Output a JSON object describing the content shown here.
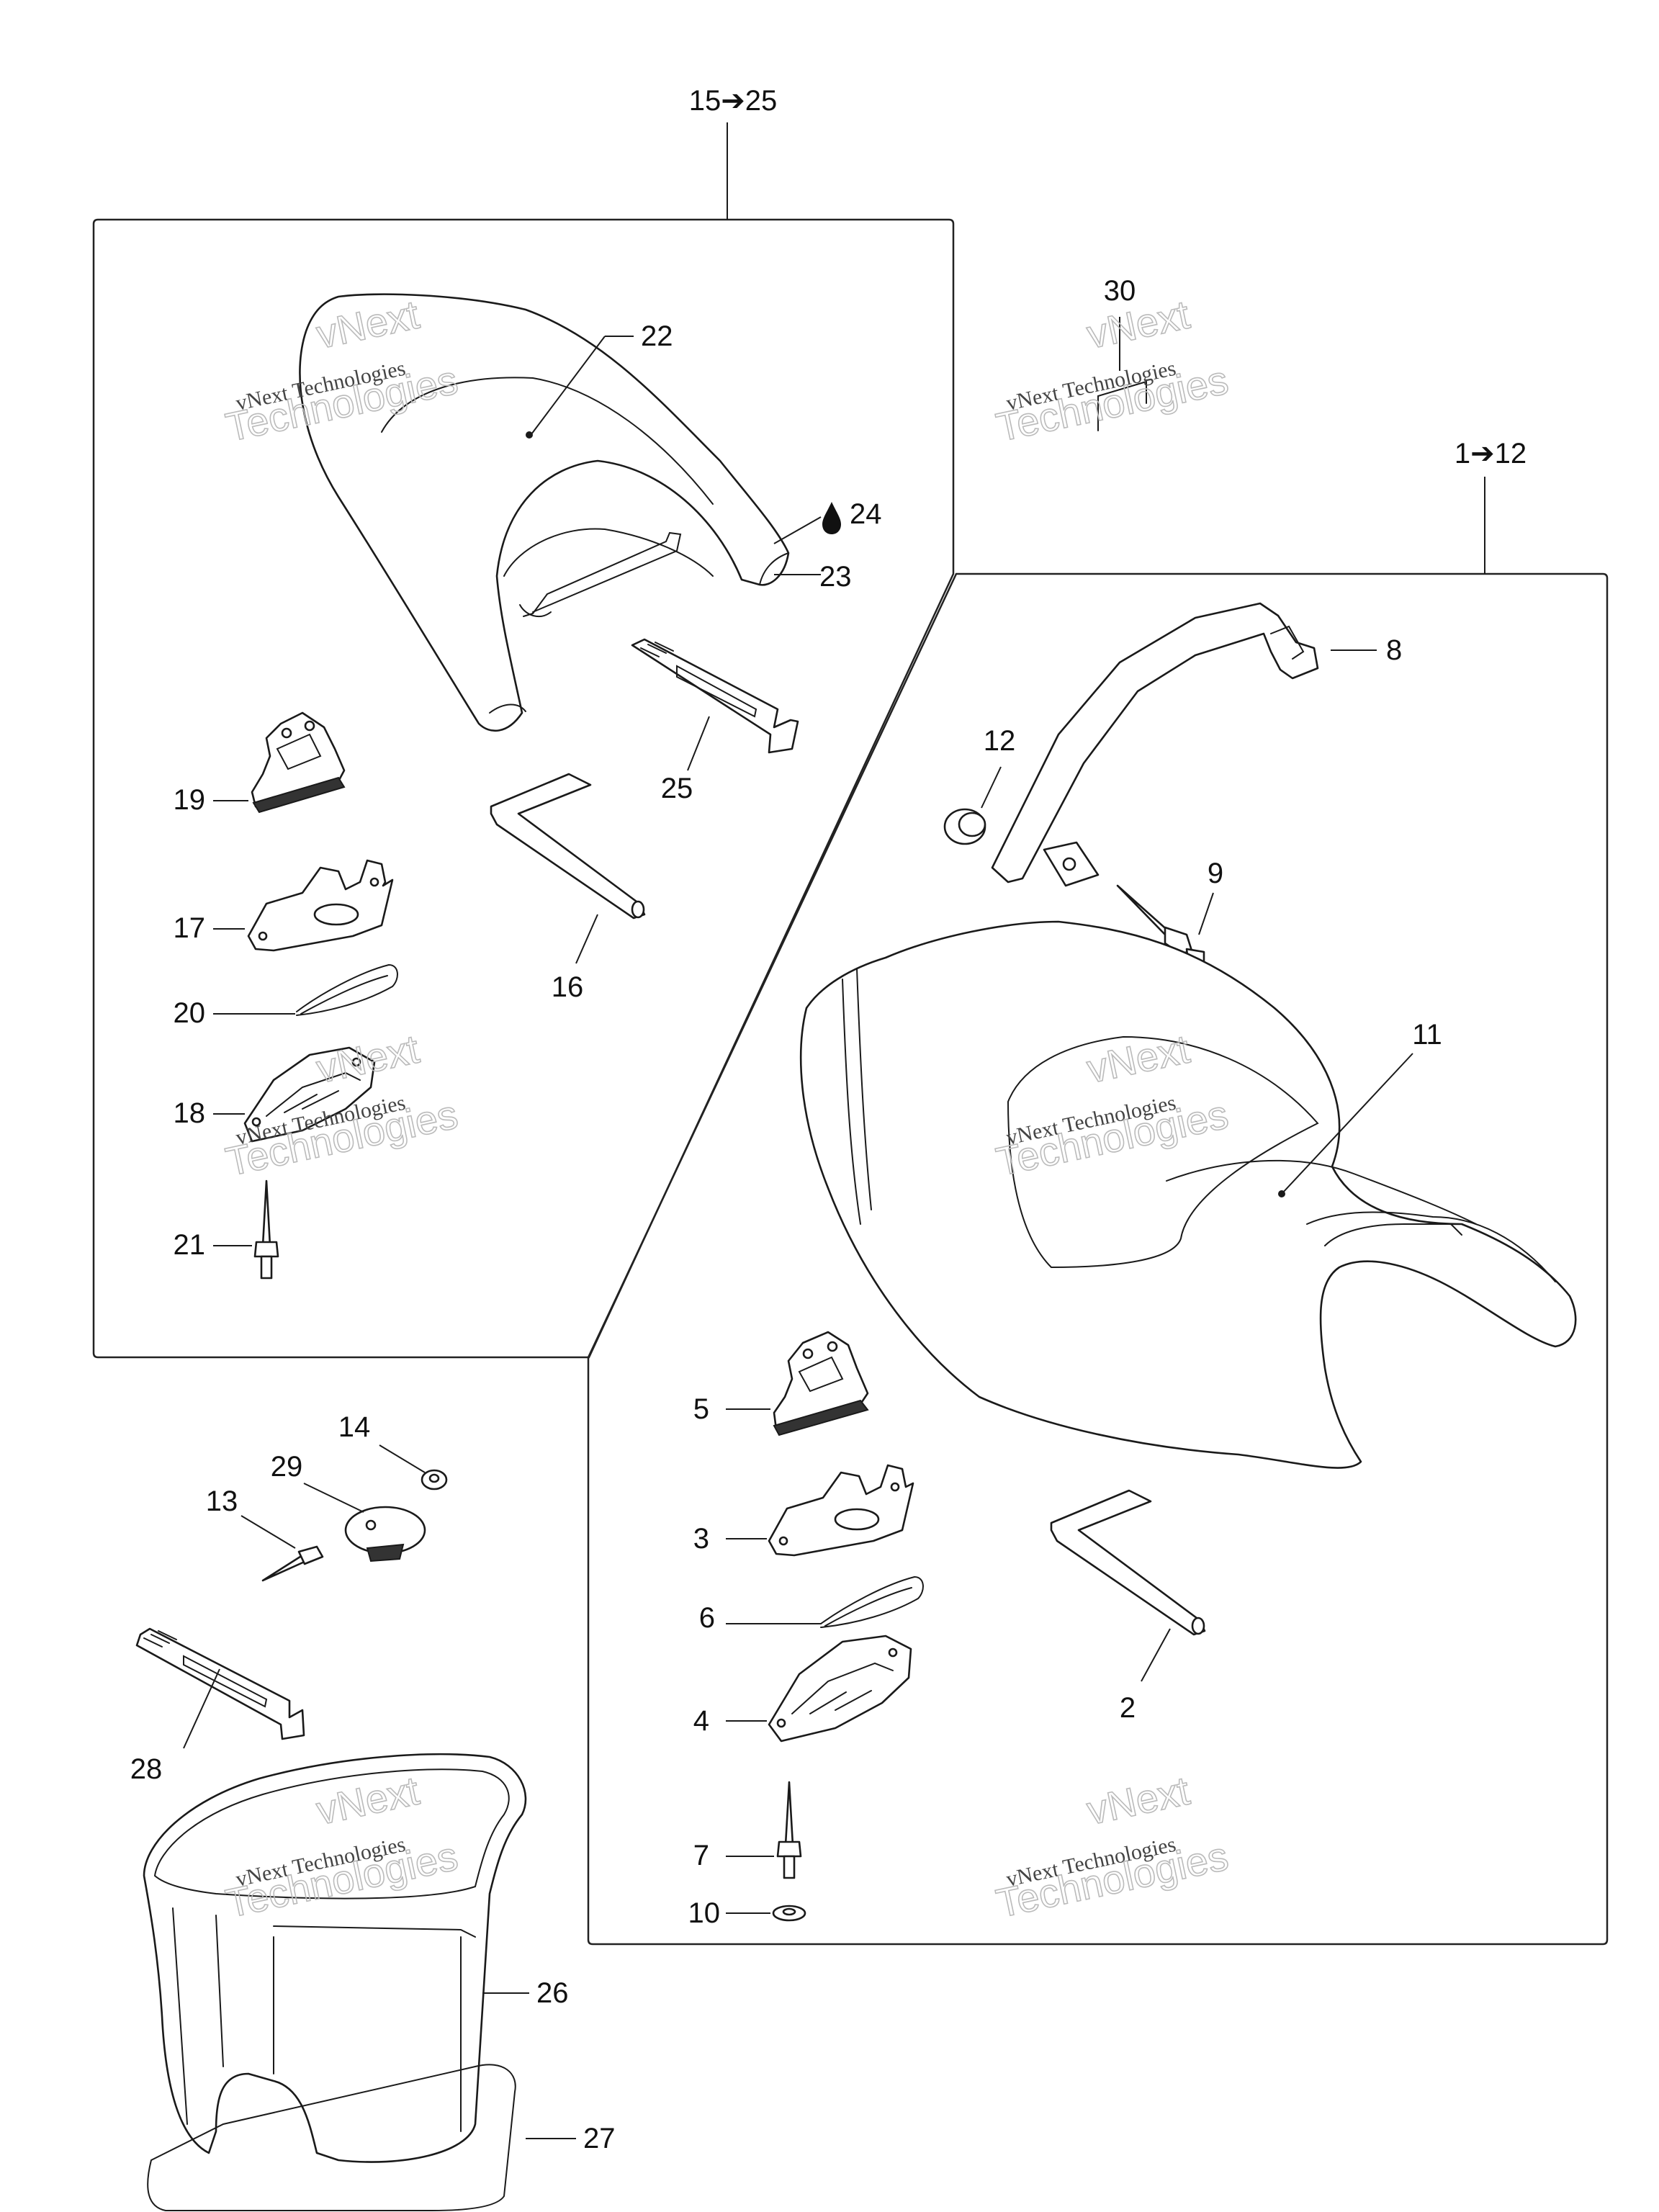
{
  "groups": {
    "rear_seat": "15➔25",
    "front_seat": "1➔12"
  },
  "watermark": {
    "line1": "vNext",
    "line2": "vNext Technologies",
    "line3": "Technologies"
  },
  "callouts": {
    "c2": "2",
    "c3": "3",
    "c4": "4",
    "c5": "5",
    "c6": "6",
    "c7": "7",
    "c8": "8",
    "c9": "9",
    "c10": "10",
    "c11": "11",
    "c12": "12",
    "c13": "13",
    "c14": "14",
    "c16": "16",
    "c17": "17",
    "c18": "18",
    "c19": "19",
    "c20": "20",
    "c21": "21",
    "c22": "22",
    "c23": "23",
    "c24": "24",
    "c25": "25",
    "c26": "26",
    "c27": "27",
    "c28": "28",
    "c29": "29",
    "c30": "30"
  },
  "icons": {
    "c24": "drop-icon"
  }
}
